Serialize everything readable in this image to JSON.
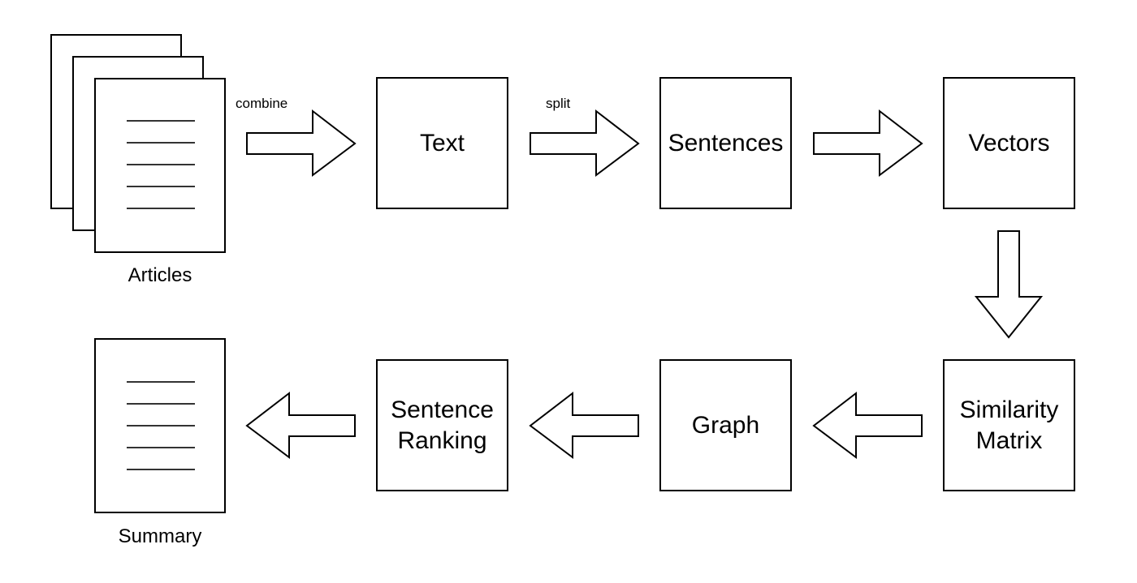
{
  "diagram": {
    "nodes": {
      "articles": "Articles",
      "text": "Text",
      "sentences": "Sentences",
      "vectors": "Vectors",
      "similarity_matrix": [
        "Similarity",
        "Matrix"
      ],
      "graph": "Graph",
      "sentence_ranking": [
        "Sentence",
        "Ranking"
      ],
      "summary": "Summary"
    },
    "edges": {
      "combine": "combine",
      "split": "split"
    },
    "flow": [
      "Articles",
      "Text",
      "Sentences",
      "Vectors",
      "Similarity Matrix",
      "Graph",
      "Sentence Ranking",
      "Summary"
    ]
  }
}
